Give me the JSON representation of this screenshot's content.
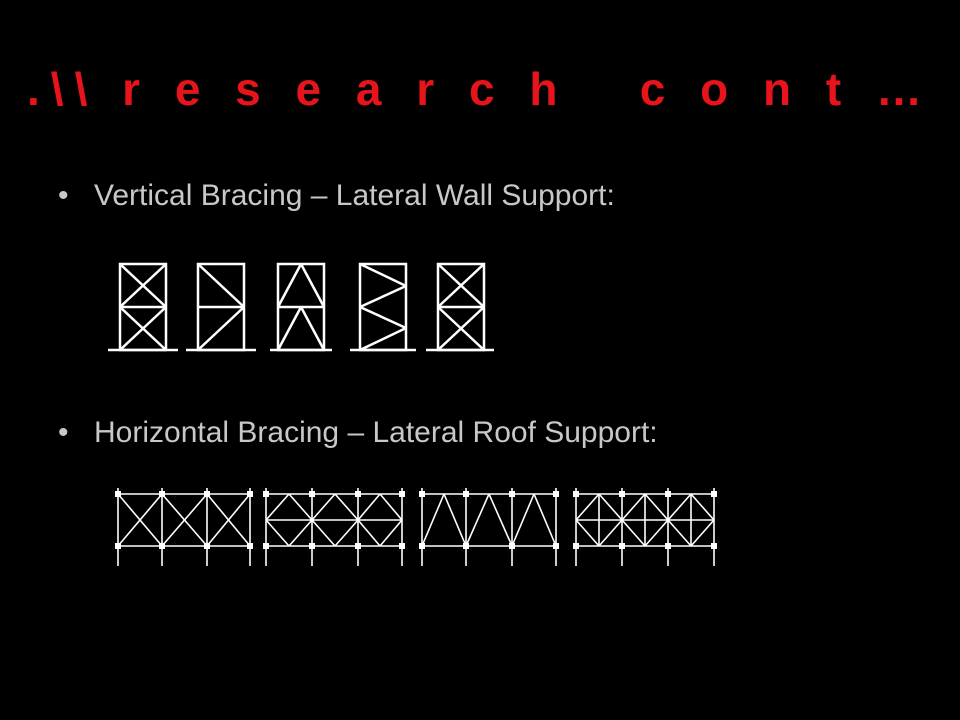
{
  "slide": {
    "title": ".\\\\ r e s e a r c h   c o n t …",
    "title_color": "#e8141b",
    "text_color": "#c8c8c8",
    "background": "#000000"
  },
  "bullets": [
    {
      "marker": "•",
      "text": "Vertical Bracing – Lateral Wall Support:"
    },
    {
      "marker": "•",
      "text": "Horizontal Bracing – Lateral Roof Support:"
    }
  ],
  "figures": {
    "vertical_bracing": {
      "panels": [
        "double-x-bracing",
        "diagonal-bracing",
        "inverted-v-bracing",
        "zigzag-bracing",
        "double-x-bracing"
      ],
      "line_color": "#ffffff"
    },
    "horizontal_bracing": {
      "panels": [
        "x-bracing-truss",
        "diamond-bracing-truss",
        "warren-truss",
        "diamond-cross-truss"
      ],
      "line_color": "#ffffff"
    }
  }
}
